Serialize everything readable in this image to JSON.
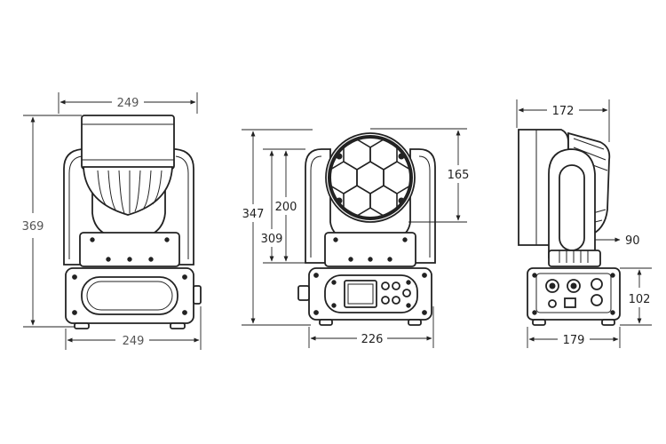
{
  "drawing": {
    "front_view": {
      "width_top": "249",
      "height": "369",
      "width_bottom": "249"
    },
    "rear_view": {
      "height_total": "347",
      "height_body": "309",
      "height_head": "200",
      "lens_diameter": "165",
      "base_width": "226"
    },
    "side_view": {
      "depth_top": "172",
      "arm_offset": "90",
      "base_height": "102",
      "base_depth": "179"
    }
  }
}
